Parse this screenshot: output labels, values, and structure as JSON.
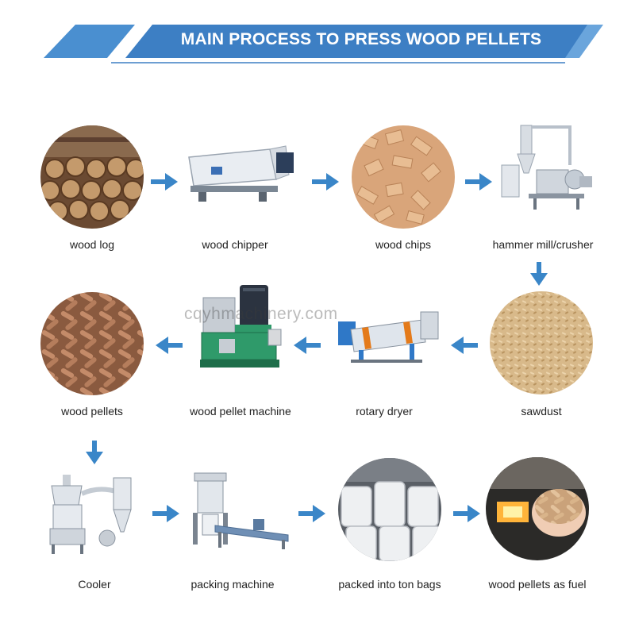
{
  "header": {
    "title": "MAIN PROCESS TO PRESS WOOD PELLETS"
  },
  "watermark": "cqyhmachinery.com",
  "colors": {
    "accent": "#3a86c8",
    "banner": "#3d7fc4",
    "arrow": "#3a86c8"
  },
  "steps": [
    {
      "label": "wood log",
      "icon": "wood-log-icon"
    },
    {
      "label": "wood chipper",
      "icon": "wood-chipper-icon"
    },
    {
      "label": "wood chips",
      "icon": "wood-chips-icon"
    },
    {
      "label": "hammer mill/crusher",
      "icon": "hammer-mill-icon"
    },
    {
      "label": "sawdust",
      "icon": "sawdust-icon"
    },
    {
      "label": "rotary dryer",
      "icon": "rotary-dryer-icon"
    },
    {
      "label": "wood pellet machine",
      "icon": "pellet-machine-icon"
    },
    {
      "label": "wood pellets",
      "icon": "wood-pellets-icon"
    },
    {
      "label": "Cooler",
      "icon": "cooler-icon"
    },
    {
      "label": "packing machine",
      "icon": "packing-machine-icon"
    },
    {
      "label": "packed into ton bags",
      "icon": "ton-bags-icon"
    },
    {
      "label": "wood pellets as fuel",
      "icon": "pellets-fuel-icon"
    }
  ]
}
